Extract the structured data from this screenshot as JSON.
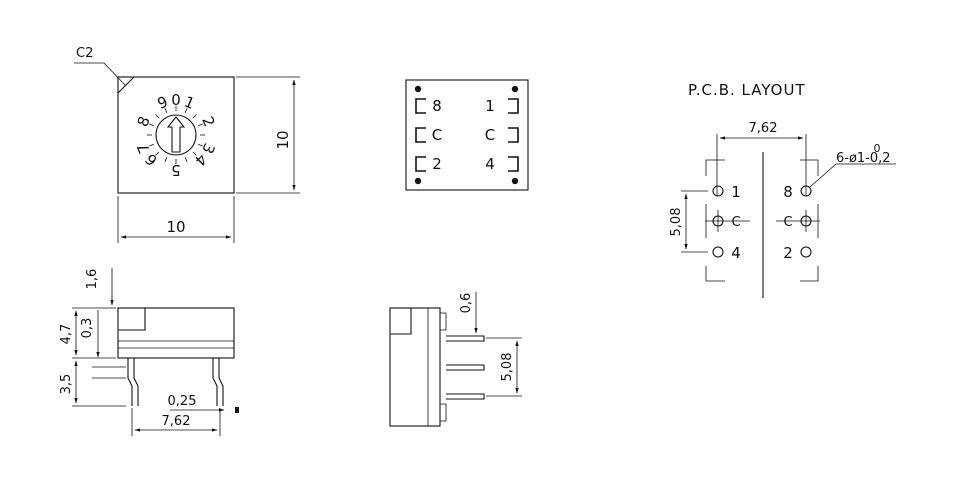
{
  "top_view": {
    "chamfer_label": "C2",
    "dial_digits": [
      "0",
      "1",
      "2",
      "3",
      "4",
      "5",
      "6",
      "7",
      "8",
      "9"
    ],
    "height_dim": "10",
    "width_dim": "10"
  },
  "pin_view": {
    "left_labels": [
      "8",
      "C",
      "2"
    ],
    "right_labels": [
      "1",
      "C",
      "4"
    ]
  },
  "side_view": {
    "dim_top": "1,6",
    "dim_body": "4,7",
    "dim_inner": "0,3",
    "dim_leg": "3,5",
    "dim_thick": "0,25",
    "dim_pitch": "7,62"
  },
  "end_view": {
    "dim_pin": "0,6",
    "dim_pitch": "5,08"
  },
  "pcb_layout": {
    "title": "P.C.B. LAYOUT",
    "dim_width": "7,62",
    "dim_height": "5,08",
    "hole_tol_upper": "0",
    "hole_spec": "6-ø1-0,2",
    "left_labels": [
      "1",
      "C",
      "4"
    ],
    "right_labels": [
      "8",
      "C",
      "2"
    ]
  }
}
